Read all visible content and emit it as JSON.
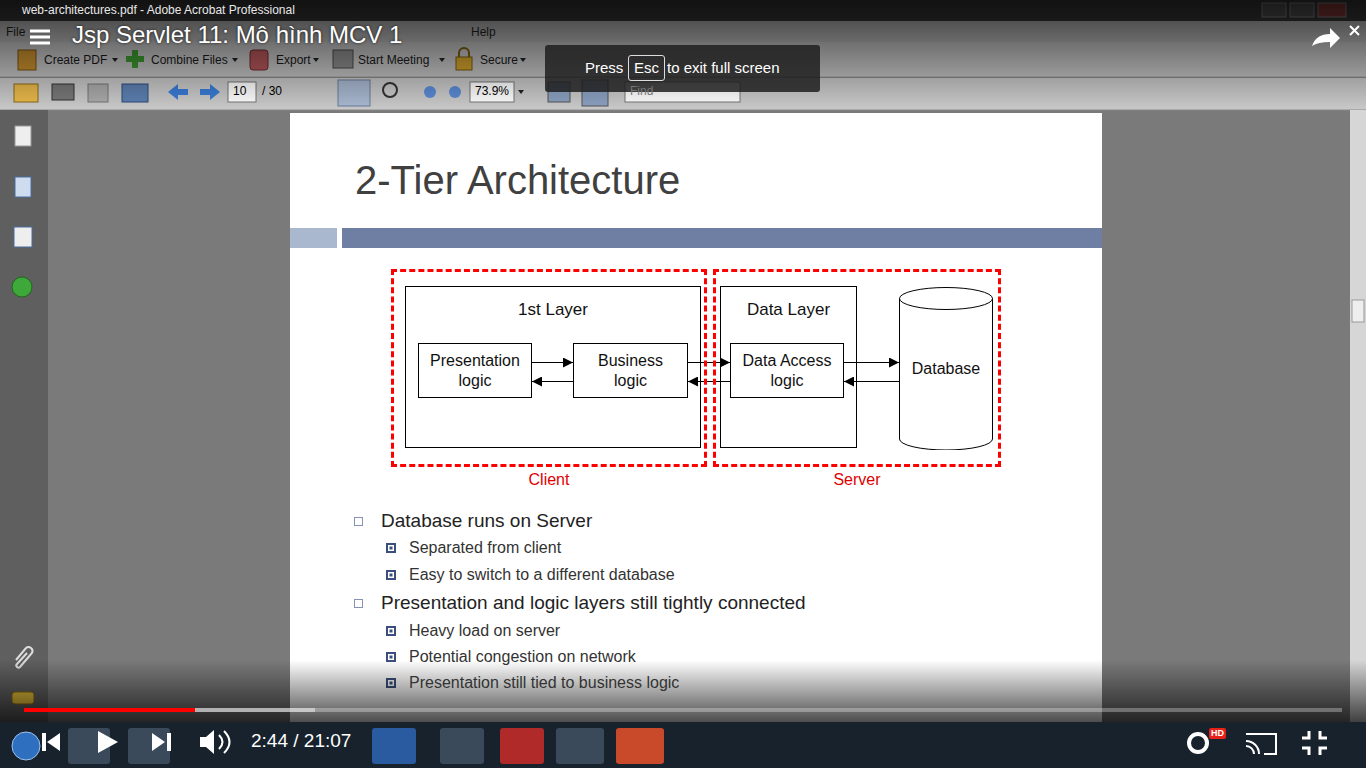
{
  "diagram": {
    "title": "2-Tier Architecture",
    "nodes": [
      {
        "text": [
          "Client"
        ]
      },
      {
        "text": [
          "1st Layer"
        ],
        "in": 0
      },
      {
        "text": [
          "Presentation logic"
        ],
        "in": 1
      },
      {
        "text": [
          "Business logic"
        ],
        "in": 1
      },
      {
        "text": [
          "Server"
        ]
      },
      {
        "text": [
          "Data Layer"
        ],
        "in": 4
      },
      {
        "text": [
          "Data Access logic"
        ],
        "in": 5
      },
      {
        "text": [
          "Database"
        ],
        "in": 4
      }
    ],
    "edges": [
      {
        "from": 2,
        "to": 3,
        "arrow": "to"
      },
      {
        "from": 3,
        "to": 2,
        "arrow": "to"
      },
      {
        "from": 3,
        "to": 6,
        "arrow": "to"
      },
      {
        "from": 6,
        "to": 3,
        "arrow": "to"
      },
      {
        "from": 6,
        "to": 7,
        "arrow": "to"
      },
      {
        "from": 7,
        "to": 6,
        "arrow": "to"
      }
    ],
    "labels": [
      "web-architectures.pdf - Adobe Acrobat Professional",
      "File",
      "Help",
      "Create PDF",
      "Combine Files",
      "Export",
      "Start Meeting",
      "Secure",
      "Jsp Servlet 11: Mô hình MCV 1",
      "Press",
      "Esc",
      "to exit full screen",
      "10",
      "/ 30",
      "73.9%",
      "Find",
      "Database runs on Server",
      "Separated from client",
      "Easy to switch to a different database",
      "Presentation and logic layers still tightly connected",
      "Heavy load on server",
      "Potential congestion on network",
      "Presentation still tied to business logic",
      "2:44 / 21:07",
      "HD"
    ]
  }
}
